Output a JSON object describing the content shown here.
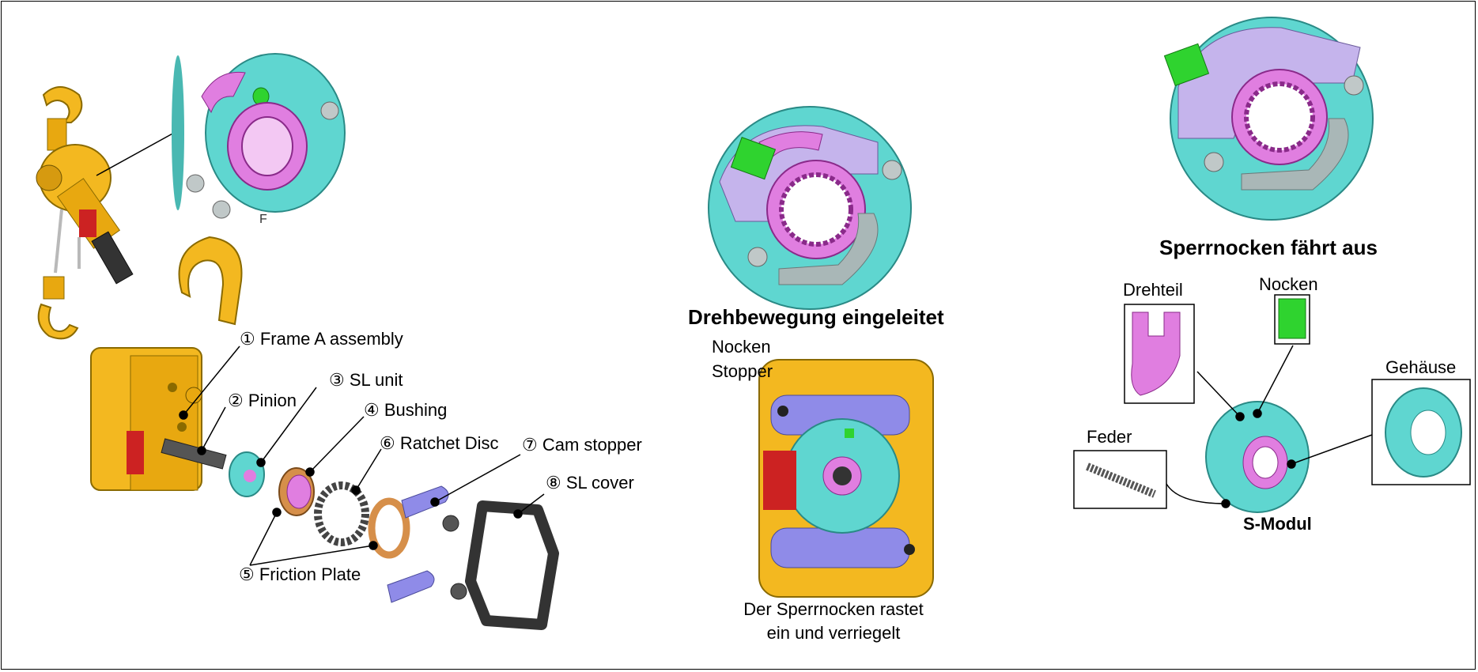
{
  "parts": {
    "p1": "① Frame A assembly",
    "p2": "② Pinion",
    "p3": "③ SL unit",
    "p4": "④ Bushing",
    "p5": "⑤ Friction Plate",
    "p6": "⑥ Ratchet Disc",
    "p7": "⑦ Cam stopper",
    "p8": "⑧ SL cover"
  },
  "middle": {
    "heading": "Drehbewegung eingeleitet",
    "nocken_stopper_line1": "Nocken",
    "nocken_stopper_line2": "Stopper",
    "caption_line1": "Der Sperrnocken rastet",
    "caption_line2": "ein und verriegelt"
  },
  "right": {
    "heading": "Sperrnocken fährt aus",
    "drehteil": "Drehteil",
    "nocken": "Nocken",
    "gehaeuse": "Gehäuse",
    "feder": "Feder",
    "smodul": "S-Modul"
  },
  "colors": {
    "teal": "#5fd6d0",
    "pink": "#e07ee0",
    "lavender": "#c5b4ec",
    "green": "#2fd32f",
    "yellow": "#f3b820",
    "purple": "#8f8be8",
    "copper": "#d68f4a",
    "gray": "#9aa0a0"
  }
}
